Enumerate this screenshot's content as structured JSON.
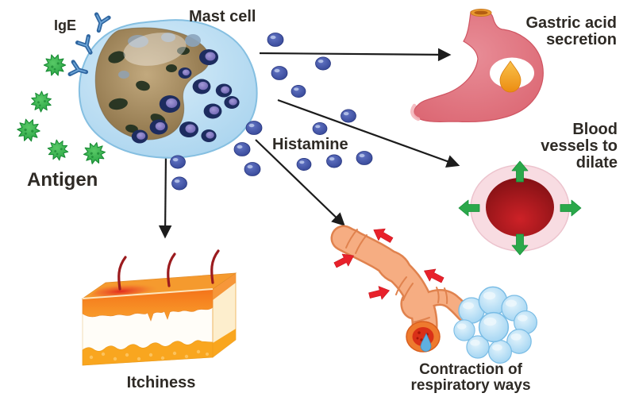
{
  "title": "Mast cell histamine release and effects",
  "labels": {
    "ige": "IgE",
    "mast_cell": "Mast cell",
    "antigen": "Antigen",
    "histamine": "Histamine",
    "gastric_acid": "Gastric acid secretion",
    "blood_vessels": "Blood vessels to dilate",
    "itchiness": "Itchiness",
    "respiratory": "Contraction of respiratory ways"
  },
  "connections": [
    {
      "from": "Mast cell / Histamine",
      "to": "Gastric acid secretion"
    },
    {
      "from": "Mast cell / Histamine",
      "to": "Blood vessels to dilate"
    },
    {
      "from": "Mast cell / Histamine",
      "to": "Itchiness"
    },
    {
      "from": "Mast cell / Histamine",
      "to": "Contraction of respiratory ways"
    }
  ],
  "palette": {
    "text": "#2e2a25",
    "arrow_black": "#1c1c1c",
    "cell_blue": "#b5dcf2",
    "cell_edge": "#85bfe1",
    "nucleus_brown": "#a38a55",
    "granule_navy": "#1d2c5f",
    "granule_purple": "#7d73c0",
    "histamine_blue": "#3b4d9e",
    "antigen_green": "#2fae44",
    "ige_blue": "#2f66a0",
    "stomach_pink": "#e0707c",
    "droplet_orange": "#f0991f",
    "vessel_pink": "#f8dce2",
    "blood_red": "#a6161a",
    "dilate_green": "#2ba84a",
    "bronchus_peach": "#f6ad82",
    "bronchus_edge": "#e0824e",
    "alveoli_blue": "#aadcf5",
    "compress_red": "#e8212b",
    "skin_orange": "#f6871c",
    "skin_fat": "#f9a61f",
    "hair_red": "#9b1b1e"
  }
}
